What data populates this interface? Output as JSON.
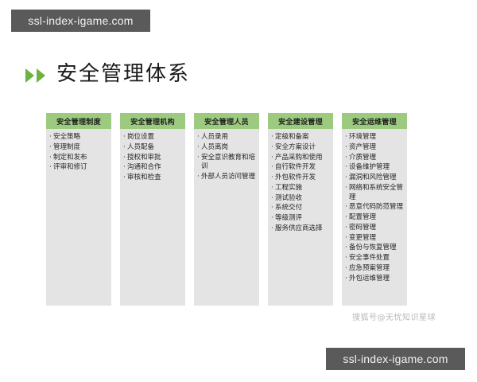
{
  "watermarks": {
    "top_badge": "ssl-index-igame.com",
    "bottom_badge": "ssl-index-igame.com",
    "corner_text": "搜狐号@无忧知识星球"
  },
  "heading": {
    "title": "安全管理体系",
    "arrow_icon": "double-triangle-right-icon"
  },
  "colors": {
    "header_green": "#9ccb7f",
    "card_gray": "#e4e4e4",
    "arrow_green": "#6cb33f",
    "badge_gray": "#5a5a5a",
    "text_dark": "#262626"
  },
  "columns": [
    {
      "title": "安全管理制度",
      "items": [
        "安全策略",
        "管理制度",
        "制定和发布",
        "评审和修订"
      ]
    },
    {
      "title": "安全管理机构",
      "items": [
        "岗位设置",
        "人员配备",
        "授权和审批",
        "沟通和合作",
        "审核和检查"
      ]
    },
    {
      "title": "安全管理人员",
      "items": [
        "人员录用",
        "人员离岗",
        "安全意识教育和培训",
        "外部人员访问管理"
      ]
    },
    {
      "title": "安全建设管理",
      "items": [
        "定级和备案",
        "安全方案设计",
        "产品采购和使用",
        "自行软件开发",
        "外包软件开发",
        "工程实施",
        "测试验收",
        "系统交付",
        "等级测评",
        "服务供应商选择"
      ]
    },
    {
      "title": "安全运维管理",
      "items": [
        "环境管理",
        "资产管理",
        "介质管理",
        "设备维护管理",
        "漏洞和风险管理",
        "网络和系统安全管理",
        "恶意代码防范管理",
        "配置管理",
        "密码管理",
        "变更管理",
        "备份与恢复管理",
        "安全事件处置",
        "应急预案管理",
        "外包运维管理"
      ]
    }
  ]
}
